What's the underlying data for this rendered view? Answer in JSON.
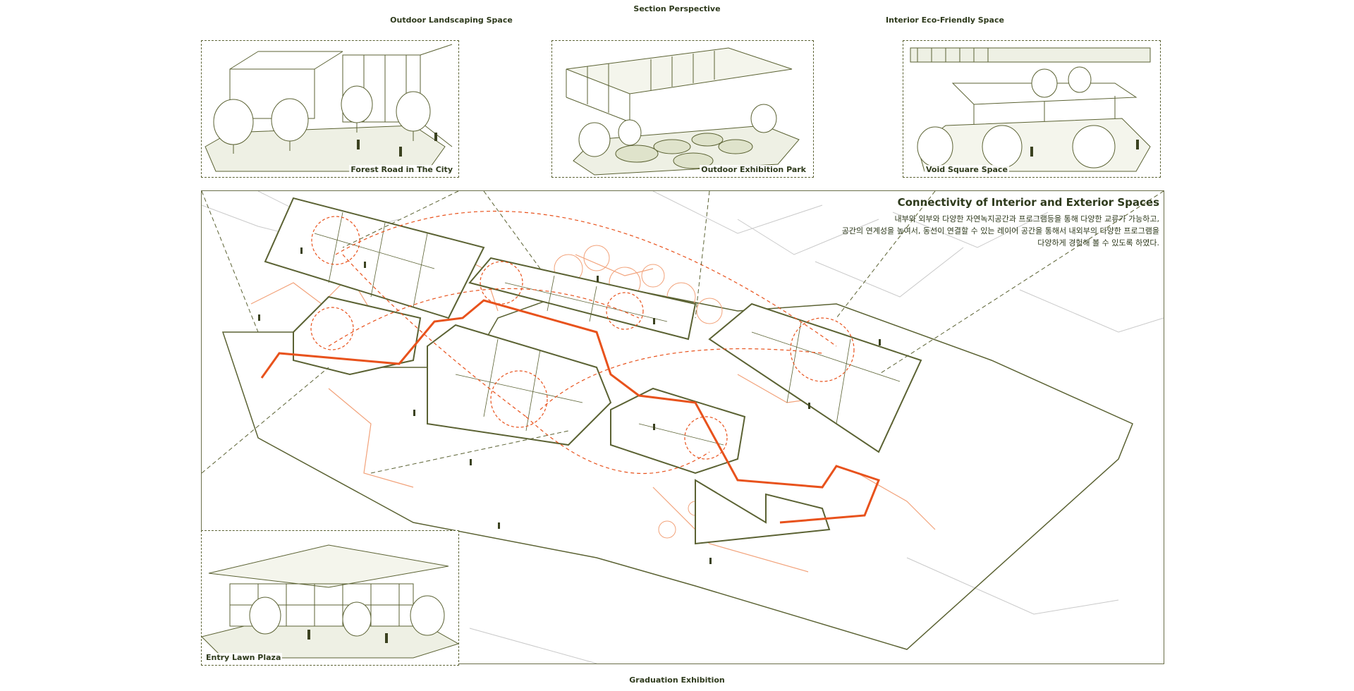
{
  "labels": {
    "top_center": "Section Perspective",
    "top_left": "Outdoor Landscaping Space",
    "top_right": "Interior Eco-Friendly Space",
    "bottom_center": "Graduation Exhibition"
  },
  "insets": {
    "forest_road": "Forest Road in The City",
    "exhibition_park": "Outdoor Exhibition Park",
    "void_square": "Void Square Space",
    "entry_lawn": "Entry Lawn Plaza"
  },
  "main": {
    "heading": "Connectivity of Interior and Exterior Spaces",
    "description_lines": [
      "내부와 외부와 다양한 자연녹지공간과 프로그램등을 통해 다양한 교류가 가능하고,",
      "공간의 연계성을 높여서, 동선이 연결할 수 있는 레이어 공간을 통해서 내외부의 다양한 프로그램을",
      "다양하게 경험해 볼 수 있도록 하였다."
    ]
  },
  "colors": {
    "line": "#5b6233",
    "accent": "#e8521c",
    "light_orange": "#f2a27a",
    "grey": "#c9c9c9"
  }
}
